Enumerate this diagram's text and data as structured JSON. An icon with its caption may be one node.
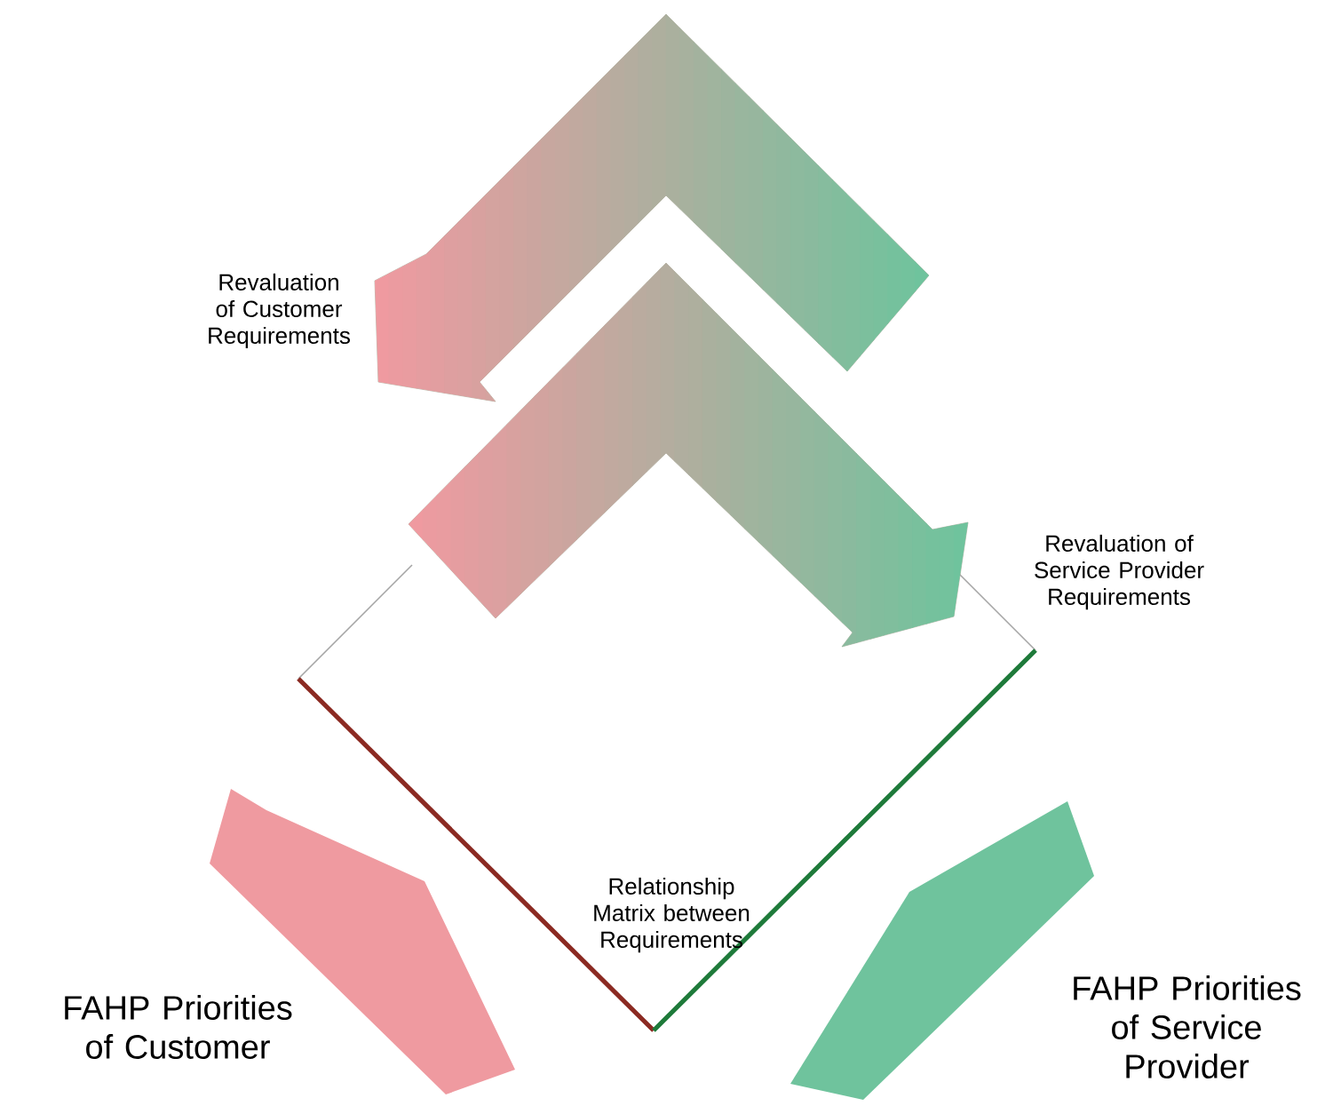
{
  "diagram": {
    "nodes": [
      {
        "text": [
          "Revaluation of Customer Requirements"
        ]
      },
      {
        "text": [
          "Revaluation of Service Provider Requirements"
        ]
      },
      {
        "text": [
          "Relationship Matrix between Requirements"
        ]
      },
      {
        "text": [
          "FAHP Priorities of Customer"
        ]
      },
      {
        "text": [
          "FAHP Priorities of Service Provider"
        ]
      }
    ],
    "edges": [
      {
        "from": null,
        "to": 0,
        "arrow": "to"
      },
      {
        "from": null,
        "to": 1,
        "arrow": "to"
      }
    ]
  }
}
